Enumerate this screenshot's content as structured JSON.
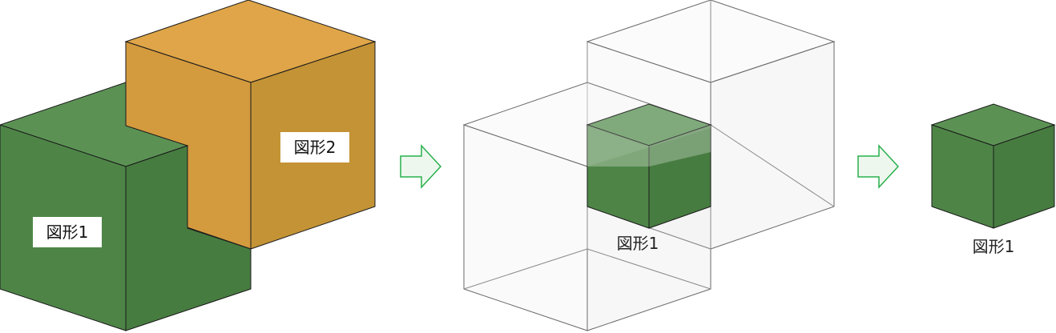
{
  "labels": {
    "shape1": "図形1",
    "shape2": "図形2",
    "result_middle": "図形1",
    "result_right": "図形1"
  },
  "colors": {
    "green_top": "#5b9254",
    "green_left": "#4e8547",
    "green_right": "#477c40",
    "orange_top": "#dfa548",
    "orange_left": "#d49a3e",
    "orange_right": "#c39336",
    "edge": "#1a1a1a",
    "glass_edge": "#6a6a6a",
    "arrow": "#27b04b"
  }
}
